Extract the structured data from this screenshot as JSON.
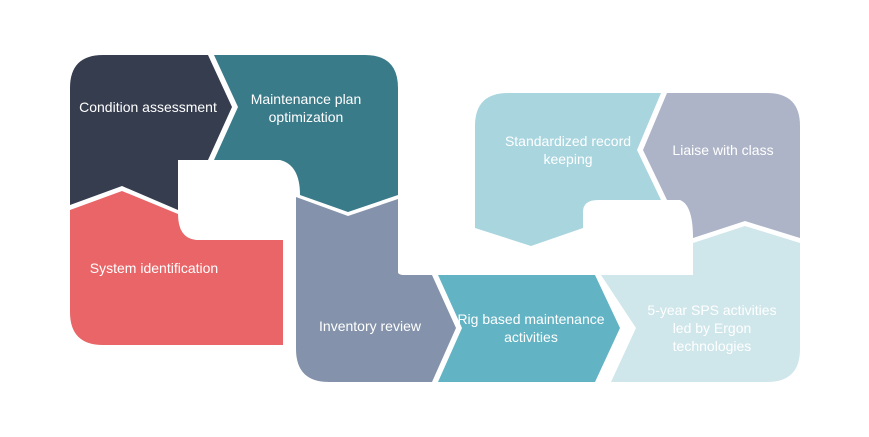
{
  "steps": [
    {
      "label": "Condition assessment",
      "color": "#363d4f"
    },
    {
      "label": "Maintenance plan\noptimization",
      "color": "#3a7b8a"
    },
    {
      "label": "System identification",
      "color": "#e96567"
    },
    {
      "label": "Inventory review",
      "color": "#8493ab"
    },
    {
      "label": "Rig based maintenance\nactivities",
      "color": "#62b3c3"
    },
    {
      "label": "5-year SPS activities\nled by Ergon\ntechnologies",
      "color": "#cfe6ea"
    },
    {
      "label": "Standardized record\nkeeping",
      "color": "#a9d5df"
    },
    {
      "label": "Liaise with class",
      "color": "#adb4c7"
    }
  ]
}
